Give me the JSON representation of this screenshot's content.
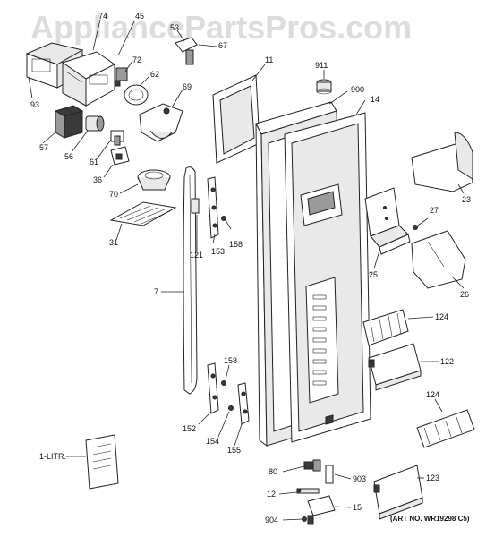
{
  "watermark": "AppliancePartsPros.com",
  "art_number": "(ART NO. WR19298 C5)",
  "part_labels": {
    "p74": "74",
    "p45": "45",
    "p53": "53",
    "p67": "67",
    "p72": "72",
    "p62": "62",
    "p93": "93",
    "p69": "69",
    "p57": "57",
    "p56": "56",
    "p61": "61",
    "p36": "36",
    "p70": "70",
    "p31": "31",
    "p11": "11",
    "p911": "911",
    "p900": "900",
    "p14": "14",
    "p23": "23",
    "p27": "27",
    "p25": "25",
    "p26": "26",
    "p121": "121",
    "p153": "153",
    "p158a": "158",
    "p7": "7",
    "p124a": "124",
    "p122": "122",
    "p158b": "158",
    "p152": "152",
    "p154": "154",
    "p155": "155",
    "p124b": "124",
    "p1litr": "1-LITR.",
    "p80": "80",
    "p903": "903",
    "p12": "12",
    "p123": "123",
    "p15": "15",
    "p904": "904"
  }
}
